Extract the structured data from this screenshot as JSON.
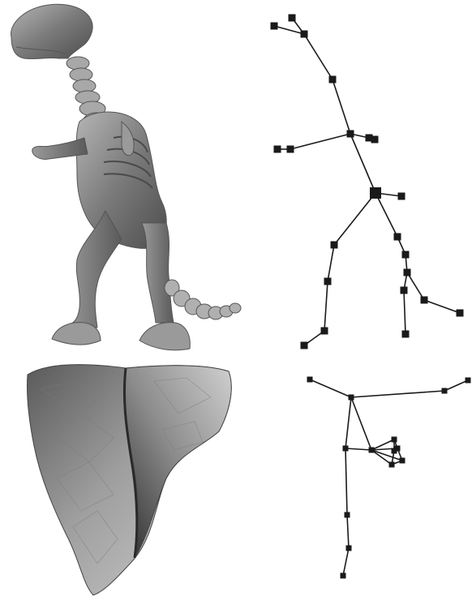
{
  "figure": {
    "panels": [
      {
        "name": "dinosaur-model",
        "kind": "shaded-3d-mesh"
      },
      {
        "name": "dinosaur-skeleton",
        "kind": "node-link-skeleton"
      },
      {
        "name": "bone-mesh",
        "kind": "shaded-3d-mesh"
      },
      {
        "name": "bone-skeleton",
        "kind": "node-link-skeleton"
      }
    ]
  },
  "colors": {
    "node": "#1a1a1a",
    "edge": "#1a1a1a",
    "mesh_dark": "#3c3c3c",
    "mesh_mid": "#8a8a8a",
    "mesh_light": "#d6d6d6"
  }
}
